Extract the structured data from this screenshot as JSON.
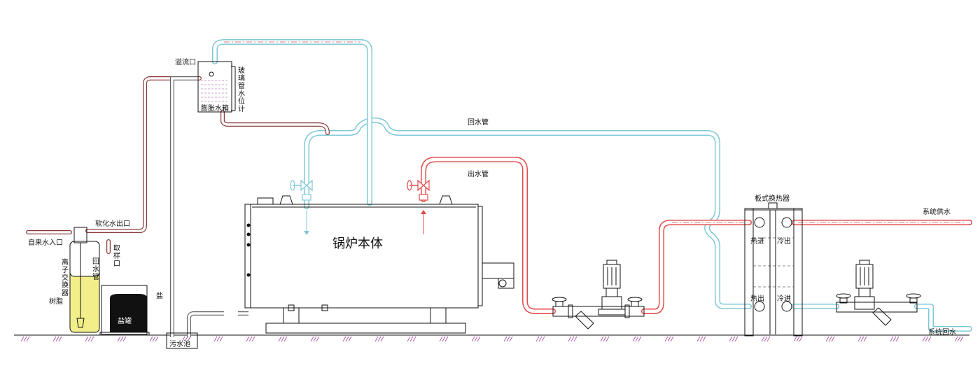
{
  "labels": {
    "overflow_port": "溢流口",
    "glass_gauge": [
      "玻",
      "璃",
      "管",
      "水",
      "位",
      "计"
    ],
    "expansion_tank": "膨胀水箱",
    "return_pipe_top": "回水管",
    "outlet_pipe": "出水管",
    "boiler_body": "锅炉本体",
    "plate_hx": "板式换热器",
    "system_supply": "系统供水",
    "system_return": "系统回水",
    "hot_in": "热进",
    "cold_out": "冷出",
    "hot_out": "热出",
    "cold_in": "冷进",
    "soft_water_outlet": "软化水出口",
    "tap_water_inlet": "自来水入口",
    "ion_exchanger": [
      "离",
      "子",
      "交",
      "换",
      "器"
    ],
    "return_pipe_vertical": [
      "回",
      "水",
      "管"
    ],
    "sampling_port": [
      "取",
      "样",
      "口"
    ],
    "resin": "树脂",
    "salt": "盐",
    "salt_tank": "盐罐",
    "sewage_pool": "污水池"
  },
  "colors": {
    "hot_pipe": "#e24a4a",
    "return_pipe": "#7fc8d8",
    "soft_water_pipe": "#8a3b3b",
    "resin": "#f2ef8a",
    "salt_tank": "#111111"
  }
}
